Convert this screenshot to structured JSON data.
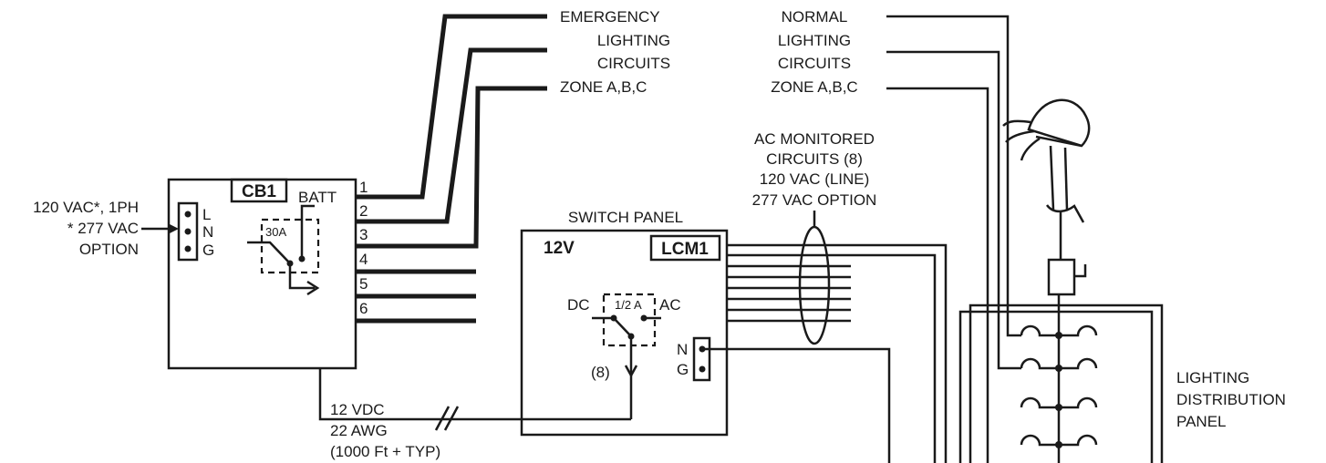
{
  "input": {
    "line1": "120 VAC*, 1PH",
    "line2": "* 277 VAC",
    "line3": "OPTION"
  },
  "cb1": {
    "label": "CB1",
    "terminals": [
      "L",
      "N",
      "G"
    ],
    "batt": "BATT",
    "breaker": "30A",
    "outputs": [
      "1",
      "2",
      "3",
      "4",
      "5",
      "6"
    ]
  },
  "emergency": {
    "line1": "EMERGENCY",
    "line2": "LIGHTING",
    "line3": "CIRCUITS",
    "line4": "ZONE A,B,C"
  },
  "normal": {
    "line1": "NORMAL",
    "line2": "LIGHTING",
    "line3": "CIRCUITS",
    "line4": "ZONE A,B,C"
  },
  "ac_monitored": {
    "line1": "AC MONITORED",
    "line2": "CIRCUITS (8)",
    "line3": "120 VAC (LINE)",
    "line4": "277 VAC OPTION"
  },
  "switch_panel": {
    "title": "SWITCH PANEL",
    "voltage": "12V",
    "module": "LCM1",
    "dc": "DC",
    "ac": "AC",
    "relay": "1/2 A",
    "count": "(8)",
    "terminals": [
      "N",
      "G"
    ]
  },
  "dc_cable": {
    "line1": "12 VDC",
    "line2": "22 AWG",
    "line3": "(1000 Ft + TYP)"
  },
  "distribution_panel": {
    "line1": "LIGHTING",
    "line2": "DISTRIBUTION",
    "line3": "PANEL"
  }
}
